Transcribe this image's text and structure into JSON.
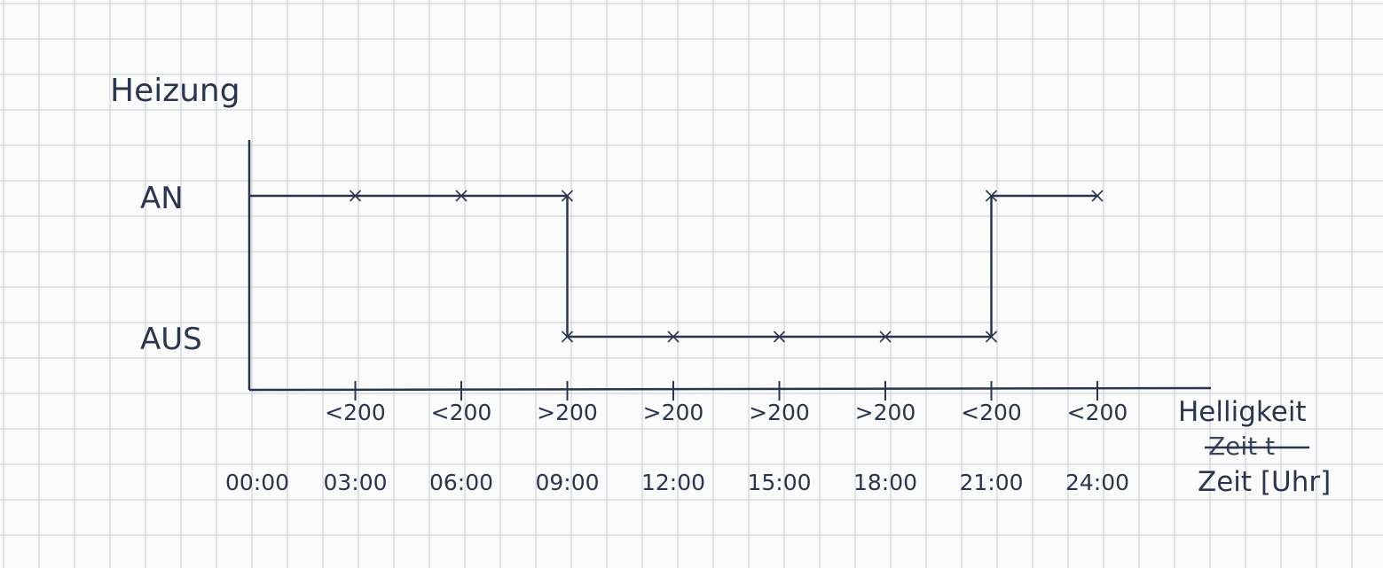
{
  "chart_data": {
    "type": "line",
    "step": true,
    "ylabel": "Heizung",
    "y_categories": [
      "AUS",
      "AN"
    ],
    "x": [
      "00:00",
      "03:00",
      "06:00",
      "09:00",
      "12:00",
      "15:00",
      "18:00",
      "21:00",
      "24:00"
    ],
    "helligkeit": [
      "<200",
      "<200",
      ">200",
      ">200",
      ">200",
      ">200",
      "<200",
      "<200"
    ],
    "series": [
      {
        "values": [
          "AN",
          "AN",
          "AN",
          "AUS",
          "AUS",
          "AUS",
          "AUS",
          "AN",
          "AN"
        ]
      }
    ],
    "xlabel_upper": "Helligkeit",
    "xlabel_struck": "Zeit t",
    "xlabel_lower": "Zeit [Uhr]",
    "grid": true,
    "colors": {
      "paper": "#fbfbfb",
      "grid": "#c8cbd0",
      "ink": "#2a3550"
    }
  }
}
